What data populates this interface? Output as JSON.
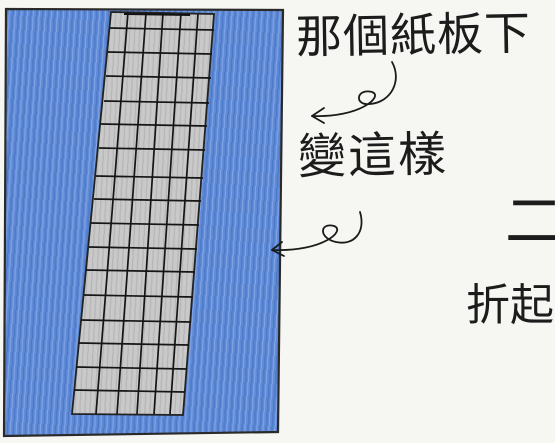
{
  "annotations": {
    "top_label": "那個紙板下",
    "middle_label": "變這樣",
    "right_partial_1": "二",
    "right_partial_2": "折起"
  },
  "colors": {
    "paper": "#f6f6f3",
    "blue_crayon": "#5b86d3",
    "gray_center": "#c6c6c6",
    "ink": "#1c1c1c"
  },
  "icons": {
    "arrow_upper": "curly-arrow-left-icon",
    "arrow_lower": "curly-arrow-left-icon"
  }
}
